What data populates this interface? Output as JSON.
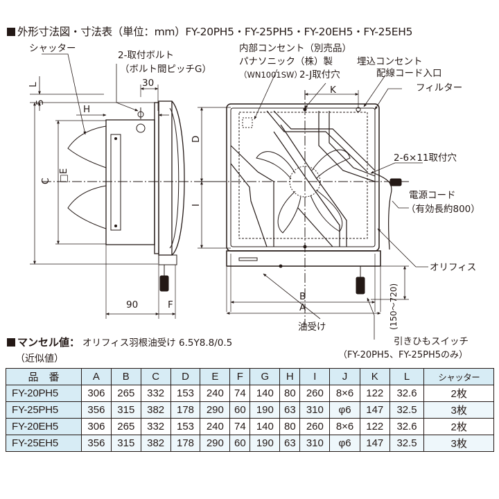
{
  "title": "外形寸法図・寸法表（単位：mm）FY-20PH5・FY-25PH5・FY-20EH5・FY-25EH5",
  "labels": {
    "shutter": "シャッター",
    "mount_bolt": "2-取付ボルト",
    "bolt_pitch": "（ボルト間ピッチG）",
    "dim_30": "30",
    "dim_L": "L",
    "dim_5": "5",
    "dim_H": "H",
    "dim_C": "C",
    "dim_E": "□E",
    "dim_90": "90",
    "dim_F": "F",
    "dim_D": "D",
    "dim_I": "I",
    "dim_K": "K",
    "dim_B": "B",
    "dim_A": "A",
    "internal_outlet": "内部コンセント（別売品）",
    "panasonic": "パナソニック（株）製",
    "wn1001sw": "（WN1001SW）",
    "j_holes": "2-J取付穴",
    "embedded_outlet": "埋込コンセント",
    "cord_inlet": "配線コード入口",
    "filter": "フィルター",
    "mount_holes": "2-6×11取付穴",
    "power_cord": "電源コード",
    "cord_length": "（有効長約800）",
    "orifice": "オリフィス",
    "oil_tray": "油受け",
    "pull_range": "(150〜720)",
    "pull_switch": "引きひもスイッチ",
    "pull_switch_models": "（FY-20PH5、FY-25PH5のみ）"
  },
  "munsell": {
    "heading": "マンセル値：",
    "value": "オリフィス羽根油受け 6.5Y8.8/0.5",
    "approx": "（近似値）"
  },
  "table": {
    "columns": [
      "品　番",
      "A",
      "B",
      "C",
      "D",
      "E",
      "F",
      "G",
      "H",
      "I",
      "J",
      "K",
      "L",
      "シャッター"
    ],
    "rows": [
      [
        "FY-20PH5",
        "306",
        "265",
        "332",
        "153",
        "240",
        "74",
        "140",
        "80",
        "260",
        "8×6",
        "122",
        "32.6",
        "2枚"
      ],
      [
        "FY-25PH5",
        "356",
        "315",
        "382",
        "178",
        "290",
        "60",
        "190",
        "63",
        "310",
        "φ6",
        "147",
        "32.5",
        "3枚"
      ],
      [
        "FY-20EH5",
        "306",
        "265",
        "332",
        "153",
        "240",
        "74",
        "140",
        "80",
        "260",
        "8×6",
        "122",
        "32.6",
        "2枚"
      ],
      [
        "FY-25EH5",
        "356",
        "315",
        "382",
        "178",
        "290",
        "60",
        "190",
        "63",
        "310",
        "φ6",
        "147",
        "32.5",
        "3枚"
      ]
    ]
  },
  "colors": {
    "line": "#231815",
    "table_header": "#d7ecf5",
    "table_alt": "#eef7fb"
  }
}
